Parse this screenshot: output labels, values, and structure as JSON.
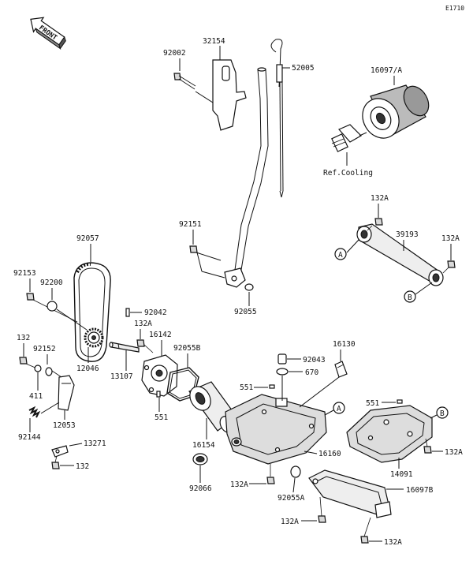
{
  "diagram": {
    "code": "E1710",
    "front_label": "FRONT",
    "parts": {
      "p92002": "92002",
      "p32154": "32154",
      "p52005": "52005",
      "p16097A": "16097/A",
      "ref_cooling": "Ref.Cooling",
      "p132A_1": "132A",
      "p39193": "39193",
      "p132A_2": "132A",
      "p92151": "92151",
      "p92055": "92055",
      "p92057": "92057",
      "p92153": "92153",
      "p92200": "92200",
      "p92042": "92042",
      "p132A_3": "132A",
      "p16142": "16142",
      "p92055B": "92055B",
      "p92043": "92043",
      "p16130": "16130",
      "p670": "670",
      "p132": "132",
      "p92152": "92152",
      "p12046": "12046",
      "p13107": "13107",
      "p551_1": "551",
      "p551_2": "551",
      "p551_3": "551",
      "p411": "411",
      "p12053": "12053",
      "p92144": "92144",
      "p16154": "16154",
      "p13271": "13271",
      "p132_b": "132",
      "p16160": "16160",
      "p132A_4": "132A",
      "p14091": "14091",
      "p92066": "92066",
      "p132A_5": "132A",
      "p92055A": "92055A",
      "p16097B": "16097B",
      "p132A_6": "132A",
      "p132A_7": "132A"
    },
    "callouts": {
      "a1": "A",
      "b1": "B",
      "a2": "A",
      "b2": "B"
    }
  }
}
